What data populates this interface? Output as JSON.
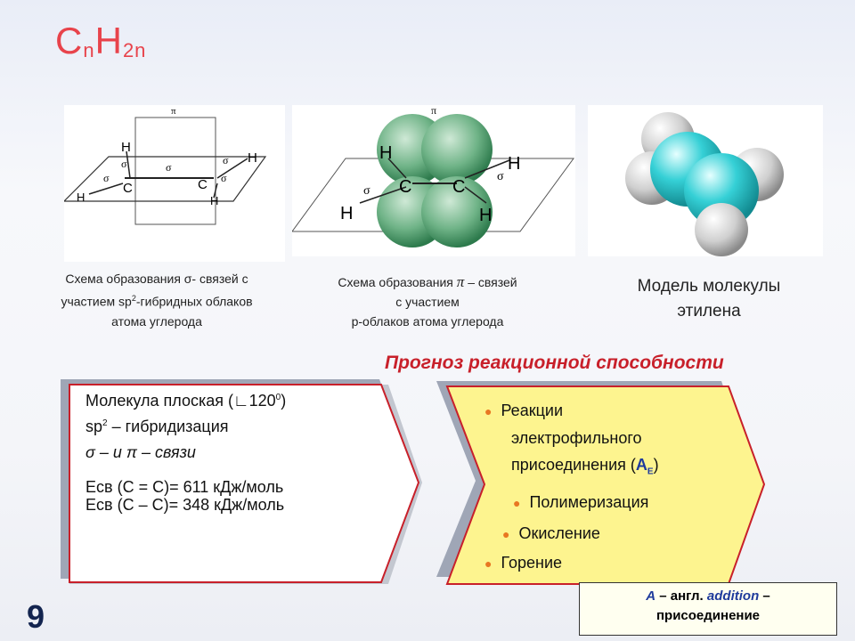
{
  "title": {
    "c": "C",
    "n1": "n",
    "h": "H",
    "n2": "2n"
  },
  "caption1": {
    "line1a": "Схема образования σ- связей с",
    "line2a": "участием sp",
    "line2sup": "2",
    "line2b": "-гибридных облаков",
    "line3": "атома углерода"
  },
  "caption2": {
    "line1a": "Схема образования ",
    "line1b": "π",
    "line1c": " – связей",
    "line2": "с участием",
    "line3": "р-облаков атома углерода"
  },
  "caption3": {
    "line1": "Модель молекулы",
    "line2": "этилена"
  },
  "forecast_title": "Прогноз реакционной способности",
  "properties": {
    "planar_a": "Молекула плоская  (∟120",
    "planar_sup": "0",
    "planar_b": ")",
    "hybrid_a": "sp",
    "hybrid_sup": "2",
    "hybrid_b": " – гибридизация",
    "bonds": "σ – и π – связи",
    "energy_double": "Eсв (C = C)= 611 кДж/моль",
    "energy_single": "Eсв (C – C)= 348 кДж/моль"
  },
  "reactions": {
    "r1_l1": "Реакции",
    "r1_l2": "электрофильного",
    "r1_l3a": "присоединения (",
    "r1_ae": "A",
    "r1_e": "E",
    "r1_l3b": ")",
    "r2": "Полимеризация",
    "r3": "Окисление",
    "r4": "Горение"
  },
  "note": {
    "a": "A",
    "dash1": " – англ. ",
    "addition": "addition",
    "dash2": " –",
    "line2": "присоединение"
  },
  "page_number": "9",
  "diagram1_labels": {
    "pi": "π",
    "h": "H",
    "c": "C",
    "sigma": "σ"
  },
  "colors": {
    "title": "#e8434b",
    "forecast": "#c8202a",
    "yellow": "#fdf48f",
    "bullet": "#e87722",
    "note_a": "#1f3b9c"
  }
}
